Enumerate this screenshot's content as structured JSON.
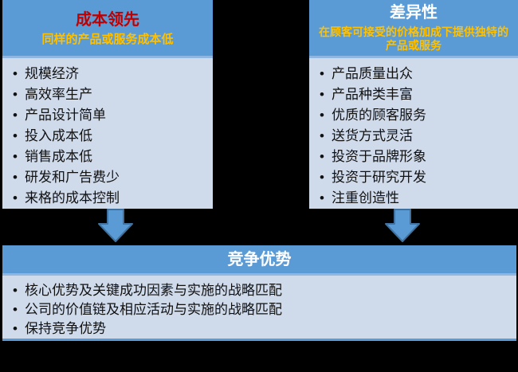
{
  "colors": {
    "background": "#000000",
    "header_blue": "#5b9bd5",
    "body_blue": "#cfdaeb",
    "separator_blue": "#8fb6e0",
    "arrow_fill": "#5b9bd5",
    "arrow_border": "#41719c",
    "title_red": "#c00000",
    "subtitle_yellow": "#ffc000",
    "title_white": "#ffffff",
    "text_dark": "#111111"
  },
  "diagram": {
    "cost_box": {
      "title": "成本领先",
      "subtitle": "同样的产品或服务成本低",
      "items": [
        "规模经济",
        "高效率生产",
        "产品设计简单",
        "投入成本低",
        "销售成本低",
        "研发和广告费少",
        "来格的成本控制"
      ]
    },
    "diff_box": {
      "title": "差异性",
      "subtitle": "在顾客可接受的价格加成下提供独特的产品或服务",
      "items": [
        "产品质量出众",
        "产品种类丰富",
        "优质的顾客服务",
        "送货方式灵活",
        "投资于品牌形象",
        "投资于研究开发",
        "注重创造性"
      ]
    },
    "advantage_box": {
      "title": "竞争优势",
      "items": [
        "核心优势及关键成功因素与实施的战略匹配",
        "公司的价值链及相应活动与实施的战略匹配",
        "保持竞争优势"
      ]
    }
  }
}
